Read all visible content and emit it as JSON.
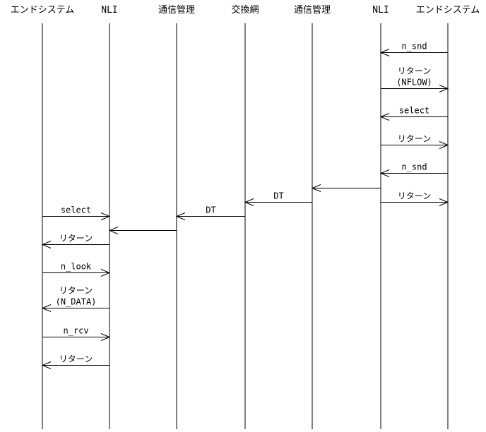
{
  "lanes": [
    {
      "id": "es1",
      "label": "エンドシステム"
    },
    {
      "id": "nli1",
      "label": "NLI"
    },
    {
      "id": "cm1",
      "label": "通信管理"
    },
    {
      "id": "sw",
      "label": "交換網"
    },
    {
      "id": "cm2",
      "label": "通信管理"
    },
    {
      "id": "nli2",
      "label": "NLI"
    },
    {
      "id": "es2",
      "label": "エンドシステム"
    }
  ],
  "messages": [
    {
      "from": "es2",
      "to": "nli2",
      "label": [
        "n_snd"
      ]
    },
    {
      "from": "nli2",
      "to": "es2",
      "label": [
        "リターン",
        "(NFLOW)"
      ]
    },
    {
      "from": "es2",
      "to": "nli2",
      "label": [
        "select"
      ]
    },
    {
      "from": "nli2",
      "to": "es2",
      "label": [
        "リターン"
      ]
    },
    {
      "from": "es2",
      "to": "nli2",
      "label": [
        "n_snd"
      ]
    },
    {
      "from": "nli2",
      "to": "cm2",
      "label": []
    },
    {
      "from": "nli2",
      "to": "es2",
      "label": [
        "リターン"
      ]
    },
    {
      "from": "cm2",
      "to": "sw",
      "label": [
        "DT"
      ]
    },
    {
      "from": "sw",
      "to": "cm1",
      "label": [
        "DT"
      ]
    },
    {
      "from": "es1",
      "to": "nli1",
      "label": [
        "select"
      ]
    },
    {
      "from": "cm1",
      "to": "nli1",
      "label": []
    },
    {
      "from": "nli1",
      "to": "es1",
      "label": [
        "リターン"
      ]
    },
    {
      "from": "es1",
      "to": "nli1",
      "label": [
        "n_look"
      ]
    },
    {
      "from": "nli1",
      "to": "es1",
      "label": [
        "リターン",
        "(N_DATA)"
      ]
    },
    {
      "from": "es1",
      "to": "nli1",
      "label": [
        "n_rcv"
      ]
    },
    {
      "from": "nli1",
      "to": "es1",
      "label": [
        "リターン"
      ]
    }
  ]
}
